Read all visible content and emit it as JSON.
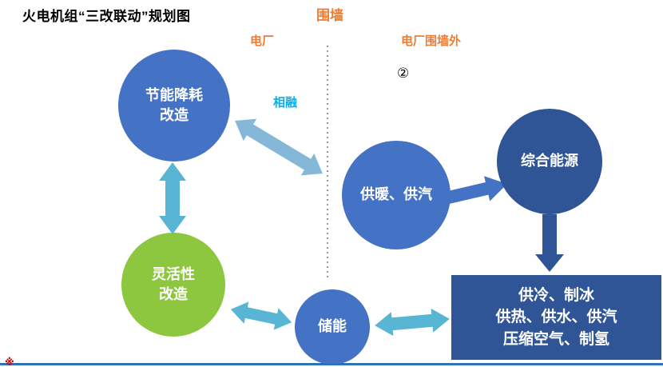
{
  "title": "火电机组“三改联动”规划图",
  "labels": {
    "wall": "围墙",
    "plant": "电厂",
    "outside_wall": "电厂围墙外",
    "merge": "相融",
    "circled_two": "②"
  },
  "nodes": {
    "energy_saving": {
      "line1": "节能降耗",
      "line2": "改造"
    },
    "heating_steam": {
      "label": "供暖、供汽"
    },
    "integrated_energy": {
      "label": "综合能源"
    },
    "flexibility": {
      "line1": "灵活性",
      "line2": "改造"
    },
    "storage": {
      "label": "储能"
    }
  },
  "output_box": {
    "line1": "供冷、制冰",
    "line2": "供热、供水、供汽",
    "line3": "压缩空气、制氢"
  },
  "colors": {
    "node_blue": "#4472C4",
    "node_dark_blue": "#2F5597",
    "node_green": "#8DC63F",
    "arrow_teal": "#58B6D4",
    "arrow_light_blue": "#85B7D8",
    "accent_orange": "#ED7D31",
    "accent_cyan": "#00B0F0",
    "footer_bar_blue": "#2E74B5"
  },
  "footer": {
    "logo_glyph": "※"
  }
}
